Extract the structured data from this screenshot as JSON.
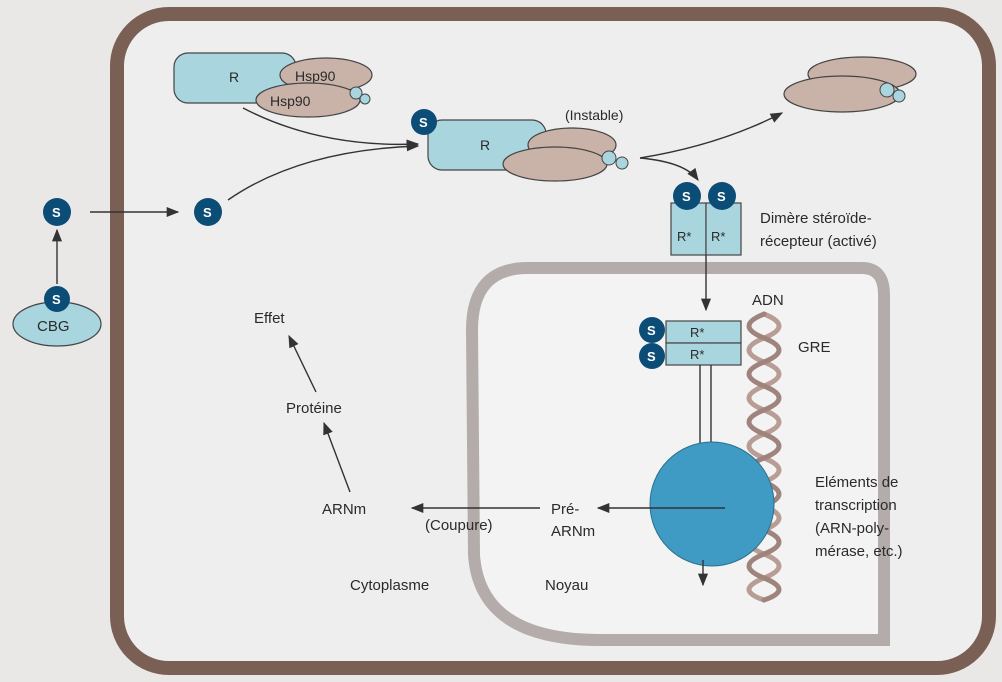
{
  "diagram": {
    "molecules": {
      "steroid": "S",
      "carrier": "CBG",
      "receptor": "R",
      "chaperone": "Hsp90",
      "active_receptor": "R*"
    },
    "labels": {
      "unstable": "(Instable)",
      "dimer_line1": "Dimère stéroïde-",
      "dimer_line2": "récepteur (activé)",
      "dna": "ADN",
      "gre": "GRE",
      "effect": "Effet",
      "protein": "Protéine",
      "mrna": "ARNm",
      "cut": "(Coupure)",
      "premrna_line1": "Pré-",
      "premrna_line2": "ARNm",
      "transcription_line1": "Eléments de",
      "transcription_line2": "transcription",
      "transcription_line3": "(ARN-poly-",
      "transcription_line4": "mérase, etc.)",
      "cytoplasm": "Cytoplasme",
      "nucleus": "Noyau"
    },
    "colors": {
      "background": "#e9e8e7",
      "cell_border": "#7a5f55",
      "cell_fill": "#efeeee",
      "nucleus_border": "#b3acaa",
      "receptor": "#a9d5df",
      "hsp90": "#c9b2a8",
      "steroid": "#0c4d78",
      "polymerase": "#3f9ac4",
      "dna_strand": "#b89d95",
      "arrow": "#333333"
    }
  }
}
